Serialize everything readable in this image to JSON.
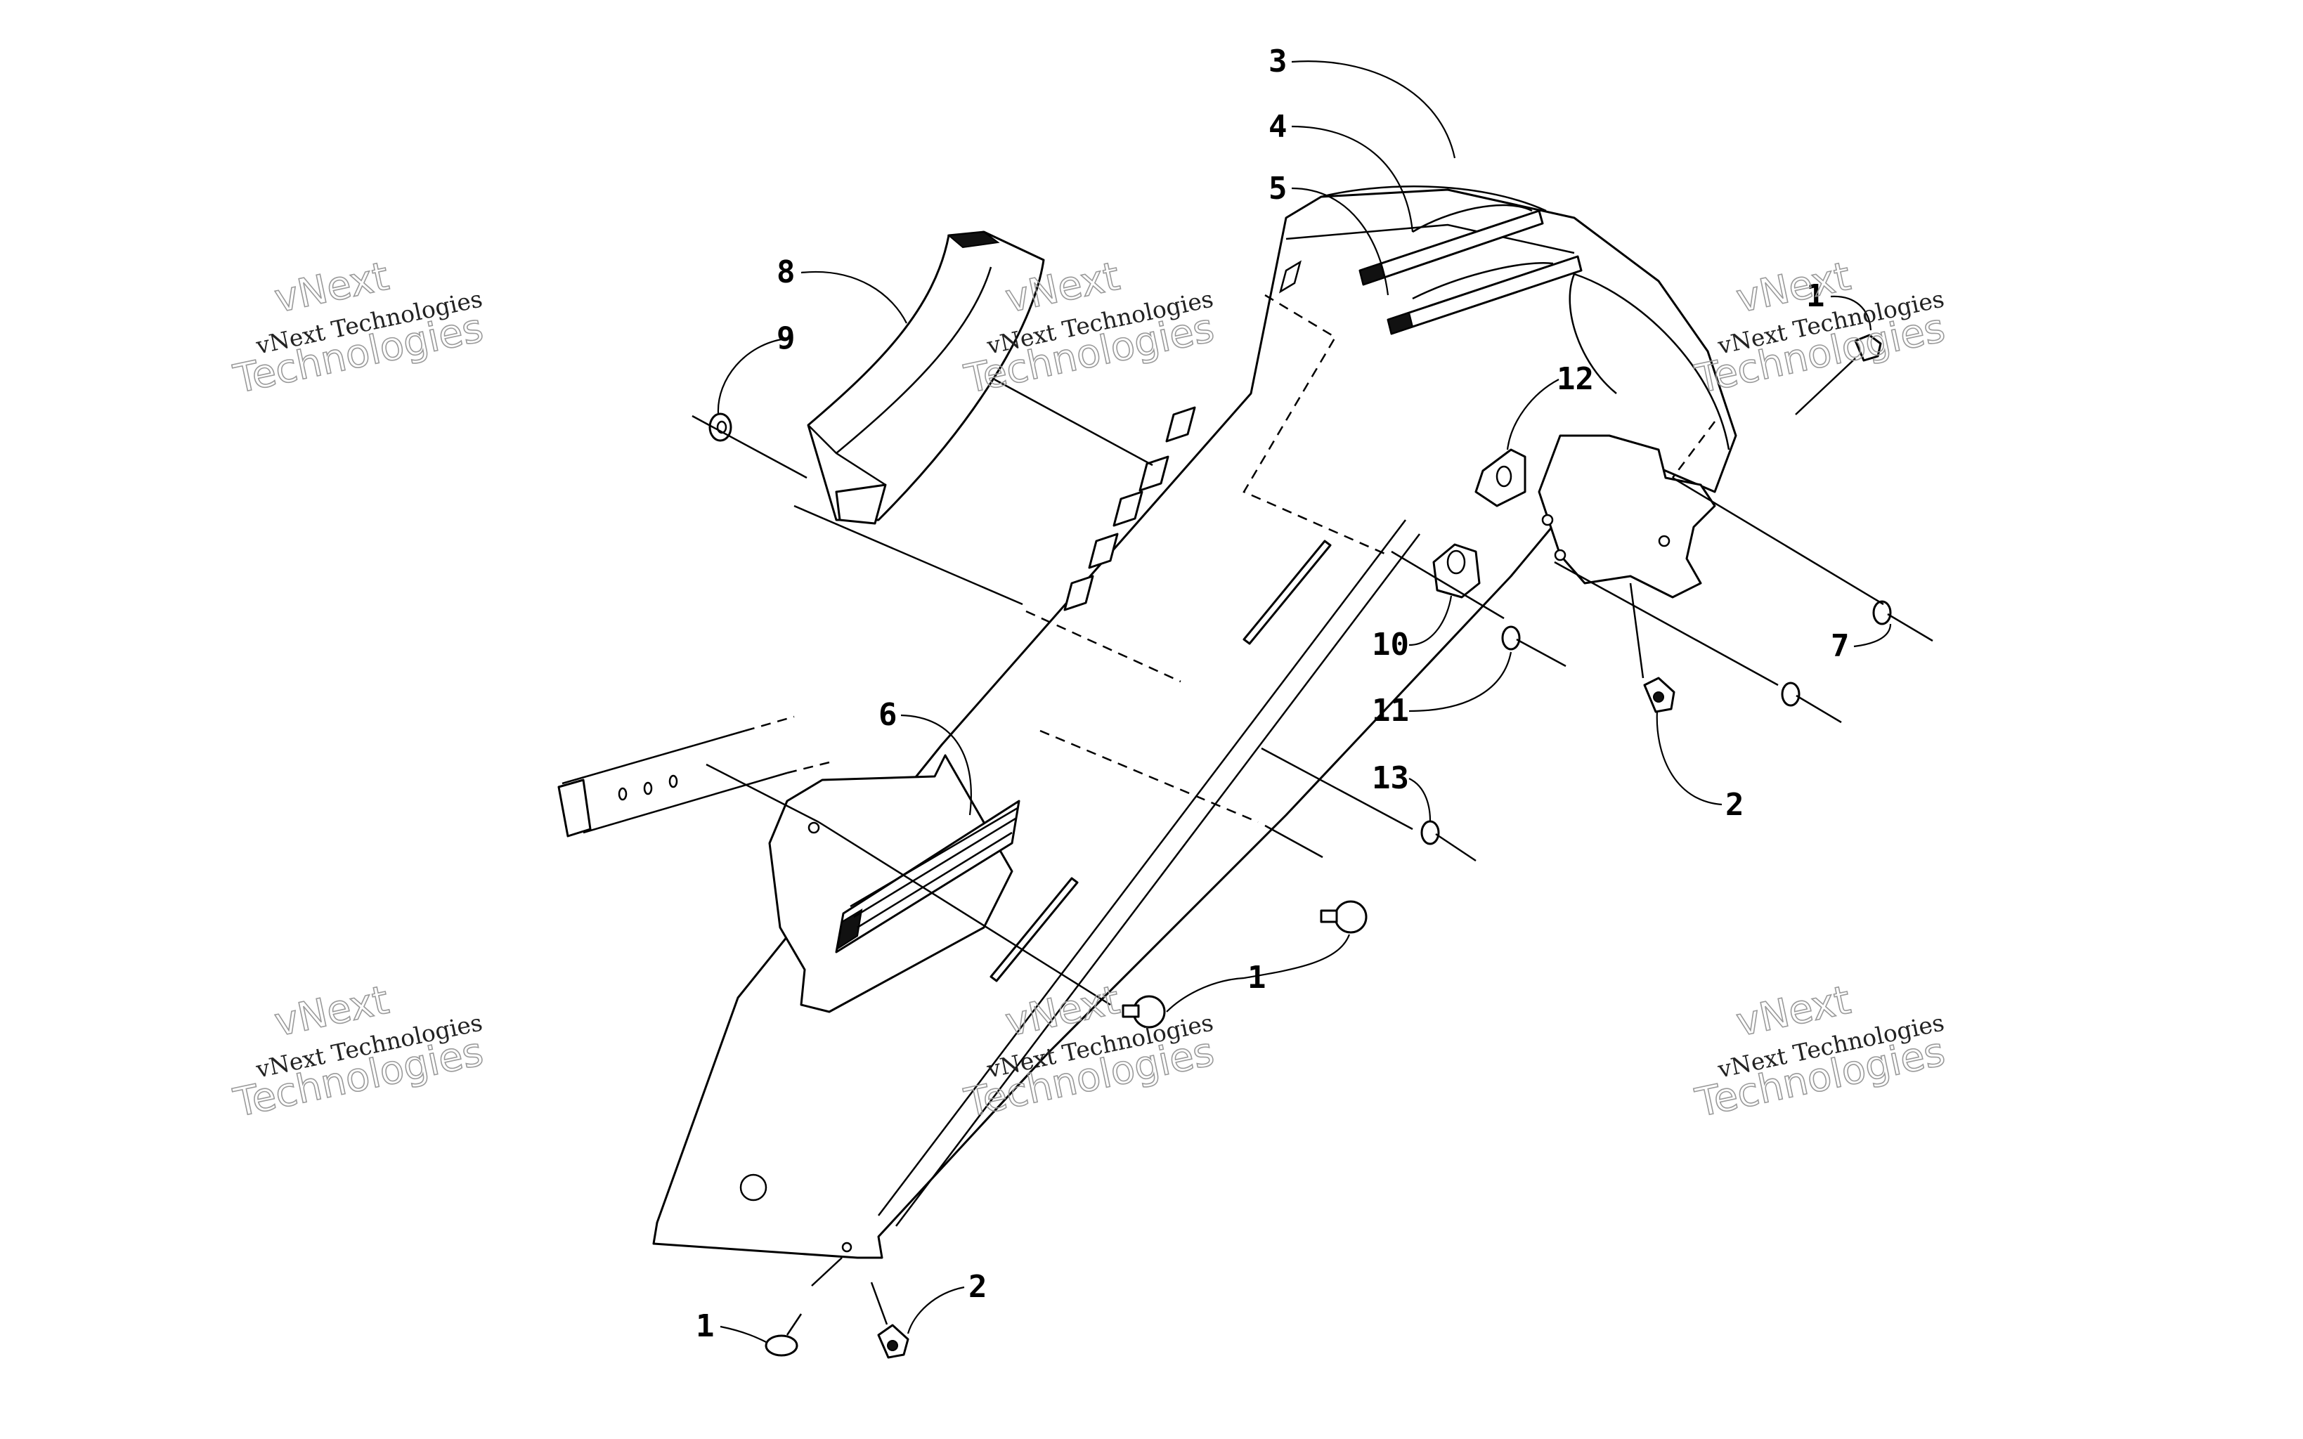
{
  "callouts": [
    {
      "id": "c3",
      "label": "3"
    },
    {
      "id": "c4",
      "label": "4"
    },
    {
      "id": "c5",
      "label": "5"
    },
    {
      "id": "c8",
      "label": "8"
    },
    {
      "id": "c9",
      "label": "9"
    },
    {
      "id": "c1a",
      "label": "1"
    },
    {
      "id": "c12",
      "label": "12"
    },
    {
      "id": "c10",
      "label": "10"
    },
    {
      "id": "c11",
      "label": "11"
    },
    {
      "id": "c7",
      "label": "7"
    },
    {
      "id": "c2a",
      "label": "2"
    },
    {
      "id": "c13",
      "label": "13"
    },
    {
      "id": "c6",
      "label": "6"
    },
    {
      "id": "c1b",
      "label": "1"
    },
    {
      "id": "c1c",
      "label": "1"
    },
    {
      "id": "c2b",
      "label": "2"
    }
  ],
  "watermark": {
    "line1": "vNext",
    "line2": "vNext Technologies",
    "line3": "Technologies"
  }
}
